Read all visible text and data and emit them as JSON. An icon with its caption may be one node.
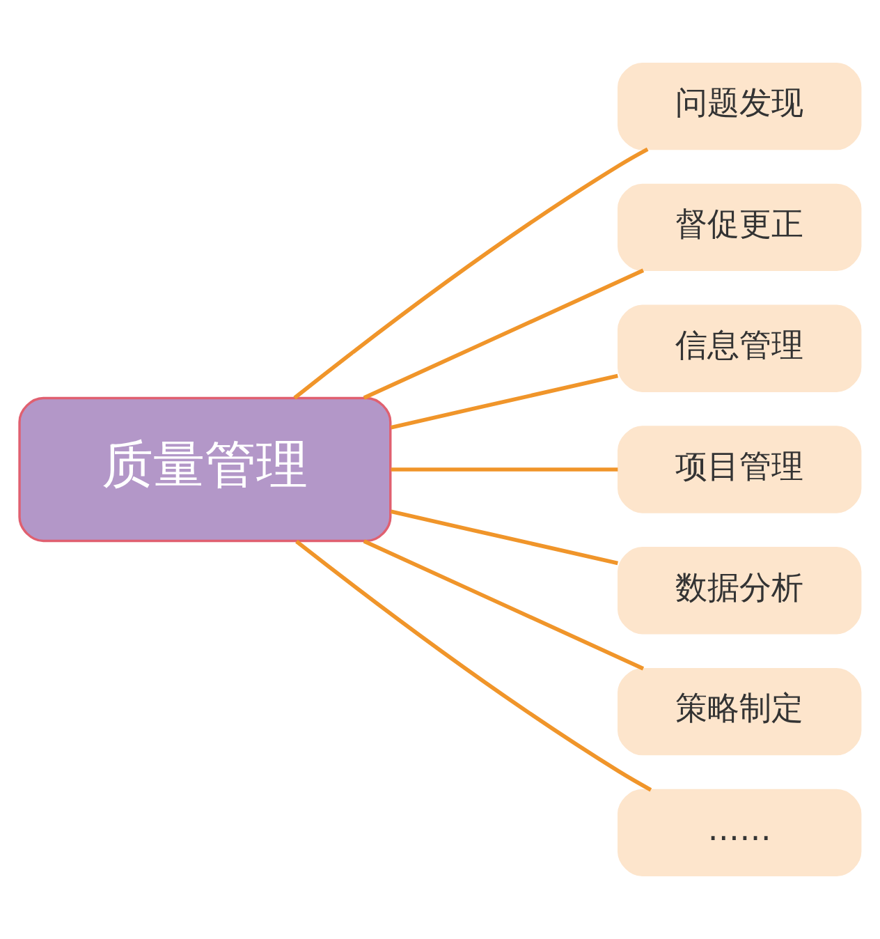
{
  "diagram": {
    "nodes": [
      {
        "text": [
          "质量管理"
        ]
      },
      {
        "text": [
          "问题发现"
        ]
      },
      {
        "text": [
          "督促更正"
        ]
      },
      {
        "text": [
          "信息管理"
        ]
      },
      {
        "text": [
          "项目管理"
        ]
      },
      {
        "text": [
          "数据分析"
        ]
      },
      {
        "text": [
          "策略制定"
        ]
      },
      {
        "text": [
          "……"
        ]
      }
    ],
    "edges": [
      {
        "from": 0,
        "to": 1,
        "arrow": "none"
      },
      {
        "from": 0,
        "to": 2,
        "arrow": "none"
      },
      {
        "from": 0,
        "to": 3,
        "arrow": "none"
      },
      {
        "from": 0,
        "to": 4,
        "arrow": "none"
      },
      {
        "from": 0,
        "to": 5,
        "arrow": "none"
      },
      {
        "from": 0,
        "to": 6,
        "arrow": "none"
      },
      {
        "from": 0,
        "to": 7,
        "arrow": "none"
      }
    ]
  }
}
